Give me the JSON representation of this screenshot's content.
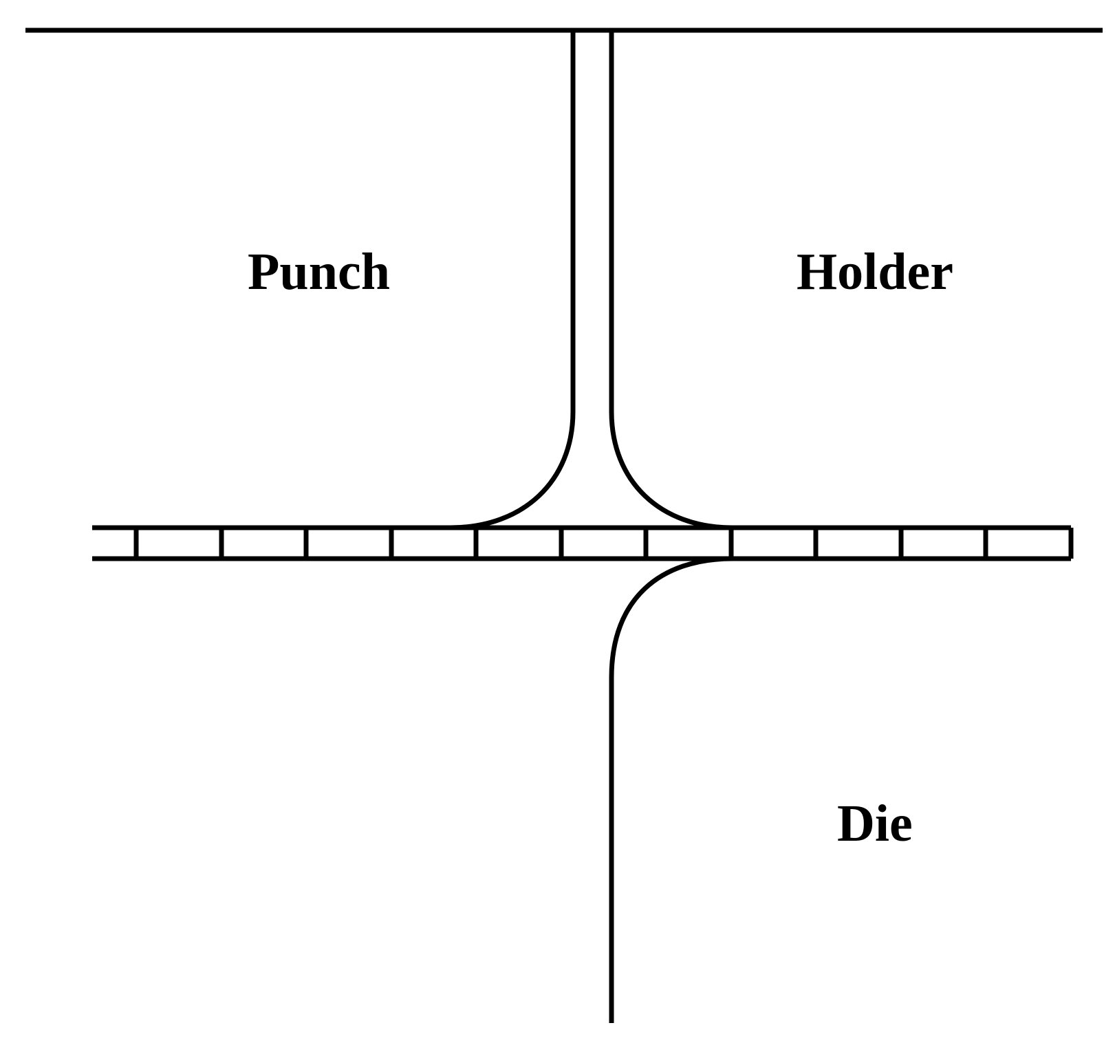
{
  "colors": {
    "line": "#000000",
    "background": "#ffffff"
  },
  "labels": {
    "punch": "Punch",
    "holder": "Holder",
    "die": "Die"
  },
  "sheet": {
    "segment_count": 11
  }
}
